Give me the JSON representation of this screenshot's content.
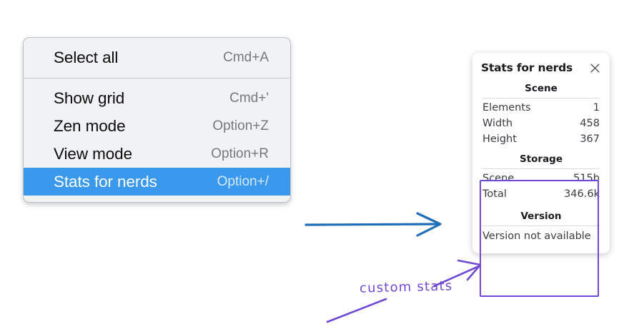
{
  "menu": {
    "sections": [
      {
        "items": [
          {
            "label": "Select all",
            "shortcut": "Cmd+A",
            "selected": false
          }
        ]
      },
      {
        "items": [
          {
            "label": "Show grid",
            "shortcut": "Cmd+'",
            "selected": false
          },
          {
            "label": "Zen mode",
            "shortcut": "Option+Z",
            "selected": false
          },
          {
            "label": "View mode",
            "shortcut": "Option+R",
            "selected": false
          },
          {
            "label": "Stats for nerds",
            "shortcut": "Option+/",
            "selected": true
          }
        ]
      }
    ],
    "highlight_color": "#3b99ed"
  },
  "stats_panel": {
    "title": "Stats for nerds",
    "close_icon": "close-icon",
    "sections": [
      {
        "heading": "Scene",
        "rows": [
          {
            "key": "Elements",
            "value": "1"
          },
          {
            "key": "Width",
            "value": "458"
          },
          {
            "key": "Height",
            "value": "367"
          }
        ]
      },
      {
        "heading": "Storage",
        "rows": [
          {
            "key": "Scene",
            "value": "515b"
          },
          {
            "key": "Total",
            "value": "346.6k"
          }
        ]
      },
      {
        "heading": "Version",
        "single": "Version not available"
      }
    ]
  },
  "annotations": {
    "handwriting_label": "custom stats",
    "handwriting_color": "#7048d6",
    "highlight_box_color": "#7048d6",
    "arrow_color": "#1f6eb5"
  }
}
